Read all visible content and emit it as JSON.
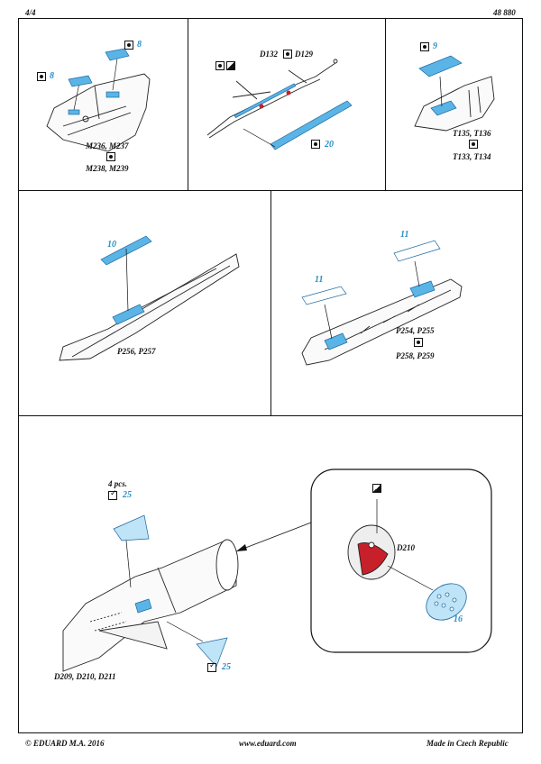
{
  "header": {
    "page": "4/4",
    "code": "48 880"
  },
  "panel1": {
    "num_a": "8",
    "num_b": "8",
    "parts_a": "M236, M237",
    "parts_b": "M238, M239"
  },
  "panel2": {
    "part_a": "D132",
    "part_b": "D129",
    "num": "20"
  },
  "panel3": {
    "num": "9",
    "parts_a": "T135, T136",
    "parts_b": "T133, T134"
  },
  "panel4": {
    "num": "10",
    "parts": "P256, P257"
  },
  "panel5": {
    "num_a": "11",
    "num_b": "11",
    "parts_a": "P254, P255",
    "parts_b": "P258, P259"
  },
  "panel6": {
    "qty": "4 pcs.",
    "num_a": "25",
    "num_b": "25",
    "num_c": "16",
    "part_detail": "D210",
    "parts": "D209, D210, D211"
  },
  "footer": {
    "left": "© EDUARD  M.A. 2016",
    "center": "www.eduard.com",
    "right": "Made in Czech Republic"
  },
  "colors": {
    "pe_blue": "#2a8fc8",
    "red": "#c8202a"
  }
}
